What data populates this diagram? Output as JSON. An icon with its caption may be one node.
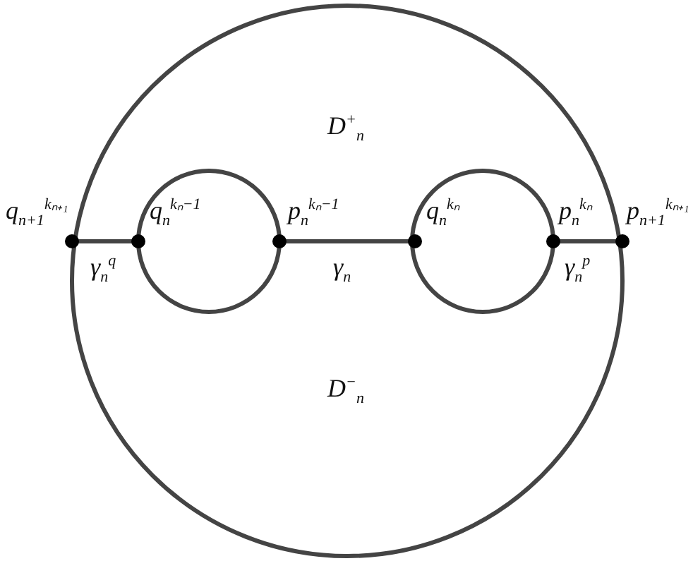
{
  "diagram": {
    "labels": [
      "D$^{+}$$_{n}$",
      "q$_{n+1}$$^{kₙ₊₁}$",
      "q$_{n}$$^{kₙ−1}$",
      "p$_{n}$$^{kₙ−1}$",
      "q$_{n}$$^{kₙ}$",
      "p$_{n}$$^{kₙ}$",
      "p$_{n+1}$$^{kₙ₊₁}$",
      "γ$_{n}$$^{q}$",
      "γ$_{n}$",
      "γ$_{n}$$^{p}$",
      "D$^{−}$$_{n}$"
    ]
  }
}
